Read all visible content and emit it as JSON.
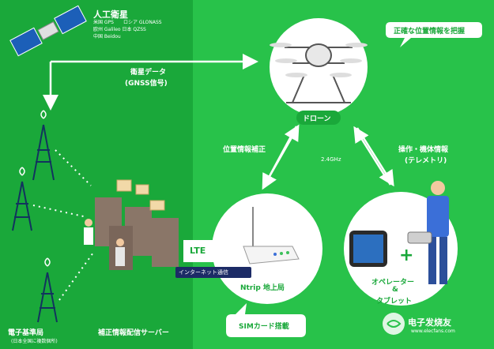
{
  "satellite": {
    "title": "人工衛星",
    "lines": [
      "米国 GPS　　ロシア GLONASS",
      "欧州 Galileo 日本 QZSS",
      "中国 Beidou"
    ]
  },
  "gnss_arrow": {
    "line1": "衛星データ",
    "line2": "(GNSS信号)"
  },
  "drone": {
    "label": "ドローン"
  },
  "position_callout": "正確な位置情報を把握",
  "correction_label": "位置情報補正",
  "frequency_label": "2.4GHz",
  "telemetry": {
    "line1": "操作・機体情報",
    "line2": "(テレメトリ)"
  },
  "base_station": {
    "label": "Ntrip 地上局"
  },
  "operator": {
    "line1": "オペレーター",
    "line2": "&",
    "line3": "タブレット"
  },
  "lte_label": "LTE",
  "internet_label": "インターネット通信",
  "sim_label": "SIMカード搭載",
  "electronic_reference": {
    "title": "電子基準局",
    "subtitle": "(日本全国に複数個所)"
  },
  "correction_server": {
    "label": "補正情報配信サーバー"
  },
  "watermark": {
    "brand": "电子发烧友",
    "site": "www.elecfans.com"
  },
  "colors": {
    "dark_green": "#1aa83a",
    "light_green": "#28c24a",
    "white": "#ffffff",
    "navy": "#1c2b66"
  }
}
